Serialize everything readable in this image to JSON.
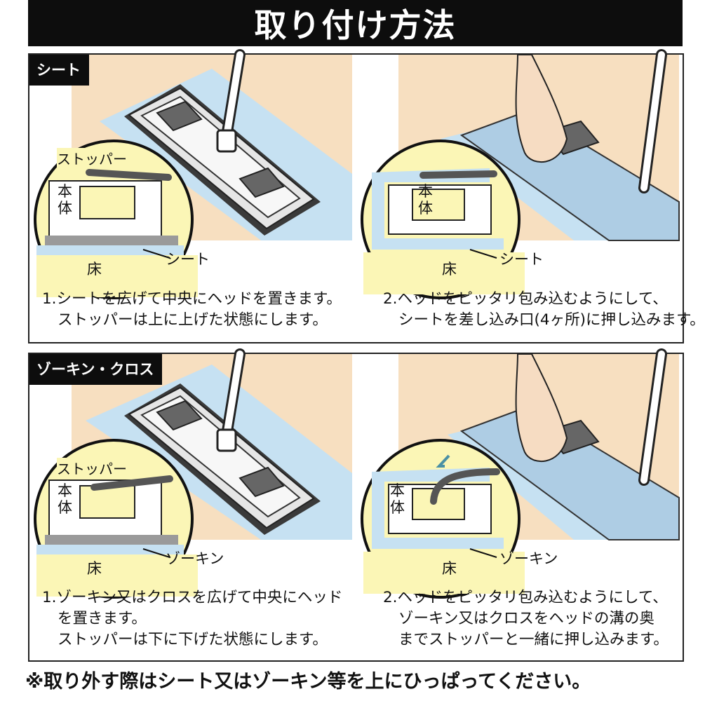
{
  "title": "取り付け方法",
  "sections": [
    {
      "tag": "シート",
      "panels": [
        {
          "callout": {
            "stopper": "ストッパー",
            "body_line1": "本",
            "body_line2": "体",
            "floor": "床",
            "material": "シート"
          },
          "caption": [
            "1.シートを広げて中央にヘッドを置きます。",
            "ストッパーは上に上げた状態にします。"
          ]
        },
        {
          "callout": {
            "body_line1": "本",
            "body_line2": "体",
            "floor": "床",
            "material": "シート"
          },
          "caption": [
            "2.ヘッドをピッタリ包み込むようにして、",
            "シートを差し込み口(4ヶ所)に押し込みます。"
          ]
        }
      ]
    },
    {
      "tag": "ゾーキン・クロス",
      "panels": [
        {
          "callout": {
            "stopper": "ストッパー",
            "body_line1": "本",
            "body_line2": "体",
            "floor": "床",
            "material": "ゾーキン"
          },
          "caption": [
            "1.ゾーキン又はクロスを広げて中央にヘッド",
            "を置きます。",
            "ストッパーは下に下げた状態にします。"
          ]
        },
        {
          "callout": {
            "body_line1": "本",
            "body_line2": "体",
            "floor": "床",
            "material": "ゾーキン"
          },
          "caption": [
            "2.ヘッドをピッタリ包み込むようにして、",
            "ゾーキン又はクロスをヘッドの溝の奥",
            "までストッパーと一緒に押し込みます。"
          ]
        }
      ]
    }
  ],
  "footer_note": "※取り外す際はシート又はゾーキン等を上にひっぱってください。",
  "colors": {
    "wall": "#f7dfc0",
    "sheet": "#c6e1f2",
    "callout_fill": "#fbf6b6",
    "head": "#dcdcdc",
    "dark": "#111111"
  }
}
